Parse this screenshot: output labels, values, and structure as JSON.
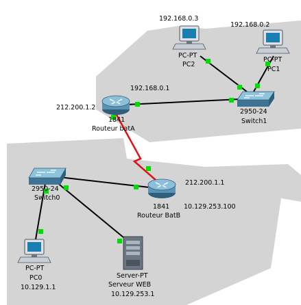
{
  "colors": {
    "zone": "#d4d4d4",
    "link_ok": "#00dd00",
    "serial": "#e01010",
    "cable": "#000000"
  },
  "devices": {
    "pc2": {
      "type": "PC-PT",
      "name": "PC2",
      "ip": "192.168.0.3",
      "icon": "pc-icon"
    },
    "pc1": {
      "type": "PC-PT",
      "name": "PC1",
      "ip": "192.168.0.2",
      "icon": "pc-icon"
    },
    "router_a": {
      "model": "1841",
      "name": "Routeur batA",
      "ip_lan": "192.168.0.1",
      "ip_wan": "212.200.1.2",
      "icon": "router-icon"
    },
    "switch1": {
      "model": "2950-24",
      "name": "Switch1",
      "icon": "switch-icon"
    },
    "switch0": {
      "model": "2950-24",
      "name": "Switch0",
      "icon": "switch-icon"
    },
    "router_b": {
      "model": "1841",
      "name": "Routeur BatB",
      "ip_wan": "212.200.1.1",
      "ip_lan": "10.129.253.100",
      "icon": "router-icon"
    },
    "pc0": {
      "type": "PC-PT",
      "name": "PC0",
      "ip": "10.129.1.1",
      "icon": "pc-icon"
    },
    "server": {
      "type": "Server-PT",
      "name": "Serveur WEB",
      "ip": "10.129.253.1",
      "icon": "server-icon"
    }
  }
}
